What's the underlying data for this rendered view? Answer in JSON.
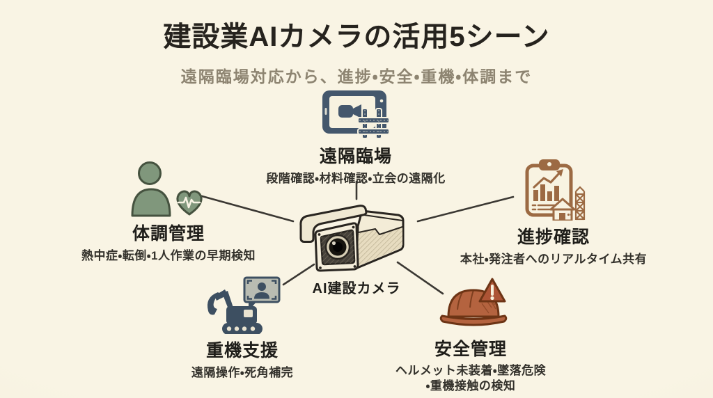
{
  "header": {
    "title": "建設業AIカメラの活用5シーン",
    "subtitle": "遠隔臨場対応から、進捗・安全・重機・体調まで"
  },
  "center": {
    "label": "AI建設カメラ",
    "icon": "security-camera-icon"
  },
  "scenes": [
    {
      "id": "remote-attendance",
      "position": "top",
      "icon": "tablet-video-call-icon",
      "accent_color": "#44576c",
      "label": "遠隔臨場",
      "description": "段階確認・材料確認・立会の遠隔化"
    },
    {
      "id": "health-management",
      "position": "left",
      "icon": "worker-health-heart-icon",
      "accent_color": "#80977c",
      "label": "体調管理",
      "description": "熱中症・転倒・1人作業の早期検知"
    },
    {
      "id": "progress-check",
      "position": "right",
      "icon": "clipboard-progress-chart-icon",
      "accent_color": "#9c6a43",
      "label": "進捗確認",
      "description": "本社・発注者へのリアルタイム共有"
    },
    {
      "id": "machinery-support",
      "position": "bottom-left",
      "icon": "excavator-remote-monitor-icon",
      "accent_color": "#3d4f61",
      "label": "重機支援",
      "description": "遠隔操作・死角補完"
    },
    {
      "id": "safety-management",
      "position": "bottom-right",
      "icon": "helmet-warning-icon",
      "accent_color": "#b4633f",
      "label": "安全管理",
      "description": "ヘルメット未装着・墜落危険\n・重機接触の検知"
    }
  ],
  "colors": {
    "background": "#f8f3e2",
    "title_text": "#26231e",
    "subtitle_text": "#8d8471",
    "scene_label_text": "#1f1e1a",
    "scene_description_text": "#33312b",
    "connector_line": "#3b3833"
  }
}
